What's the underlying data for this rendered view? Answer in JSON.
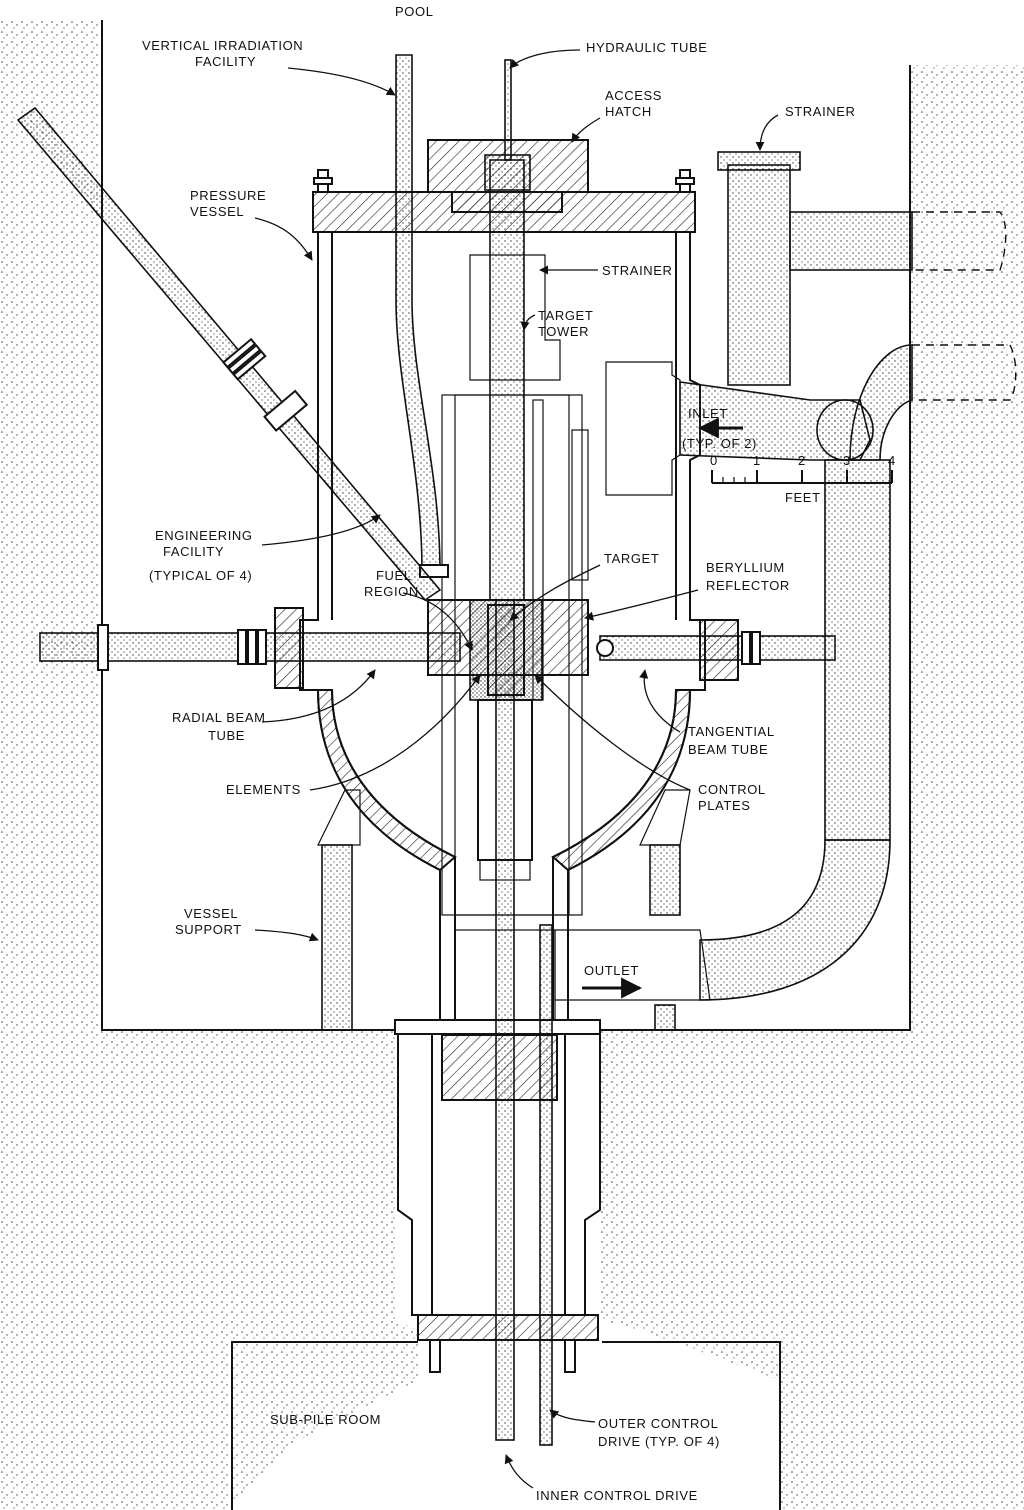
{
  "labels": {
    "pool": "POOL",
    "vertical_irradiation_facility": [
      "VERTICAL IRRADIATION",
      "FACILITY"
    ],
    "hydraulic_tube": "HYDRAULIC TUBE",
    "access_hatch": [
      "ACCESS",
      "HATCH"
    ],
    "strainer_right": "STRAINER",
    "pressure_vessel": [
      "PRESSURE",
      "VESSEL"
    ],
    "strainer_inner": "STRAINER",
    "target_tower": [
      "TARGET",
      "TOWER"
    ],
    "inlet": [
      "INLET",
      "(TYP. OF 2)"
    ],
    "engineering_facility": [
      "ENGINEERING",
      "FACILITY",
      "(TYPICAL OF 4)"
    ],
    "fuel_region": [
      "FUEL",
      "REGION"
    ],
    "target": "TARGET",
    "beryllium_reflector": [
      "BERYLLIUM",
      "REFLECTOR"
    ],
    "radial_beam_tube": [
      "RADIAL BEAM",
      "TUBE"
    ],
    "tangential_beam_tube": [
      "TANGENTIAL",
      "BEAM TUBE"
    ],
    "elements": "ELEMENTS",
    "control_plates": [
      "CONTROL",
      "PLATES"
    ],
    "vessel_support": [
      "VESSEL",
      "SUPPORT"
    ],
    "outlet": "OUTLET",
    "sub_pile_room": "SUB-PILE ROOM",
    "outer_control_drive": [
      "OUTER CONTROL",
      "DRIVE (TYP. OF 4)"
    ],
    "inner_control_drive": "INNER CONTROL DRIVE"
  },
  "scale": {
    "ticks": [
      "0",
      "1",
      "2",
      "3",
      "4"
    ],
    "unit": "FEET"
  }
}
